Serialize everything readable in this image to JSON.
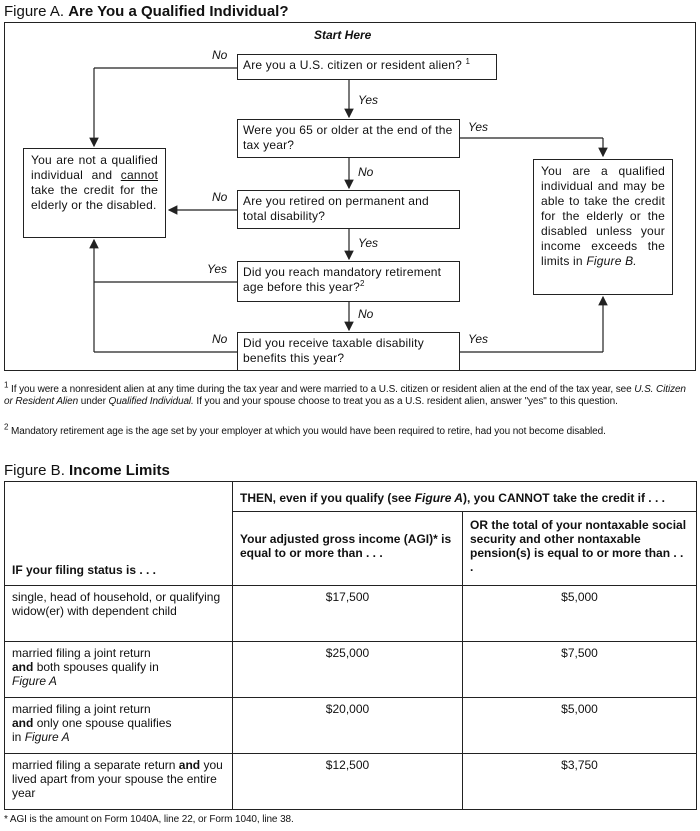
{
  "figure_a": {
    "label": "Figure A.",
    "title": "Are You a Qualified Individual?",
    "start_here": "Start Here",
    "q1": "Are you a U.S. citizen or resident alien?",
    "q1_note": "1",
    "q2": "Were you 65 or older at the end of the tax year?",
    "q3": "Are you retired on permanent and total disability?",
    "q4": "Did you reach mandatory retirement age before this year?",
    "q4_note": "2",
    "q5": "Did you receive taxable disability benefits this year?",
    "not_qualified_pre": "You are not a qualified individual and",
    "not_qualified_cannot": "cannot",
    "not_qualified_post": "take the credit for the elderly or the disabled.",
    "qualified_pre": "You are a qualified individual and may be able to take the credit for the elderly or the disabled unless your income exceeds the limits in",
    "qualified_ref": "Figure B.",
    "yes": "Yes",
    "no": "No",
    "footnote1_mark": "1",
    "footnote1_a": "If you were a nonresident alien at any time during the tax year and were married to a U.S. citizen or resident alien at the end of the tax year, see",
    "footnote1_b": "U.S. Citizen or Resident Alien",
    "footnote1_c": "under",
    "footnote1_d": "Qualified Individual.",
    "footnote1_e": "If you and your spouse choose to treat you as a U.S. resident alien, answer \"yes\" to this question.",
    "footnote2_mark": "2",
    "footnote2": "Mandatory retirement age is the age set by your employer at which you would have been required to retire, had you not become disabled."
  },
  "figure_b": {
    "label": "Figure B.",
    "title": "Income Limits",
    "then_pre": "THEN, even if you qualify (see",
    "then_ref": "Figure A",
    "then_post": "), you CANNOT take the credit if . . .",
    "col_if": "IF your filing status is . . .",
    "col_agi": "Your adjusted gross income (AGI)* is equal to or more than . . .",
    "col_nontax": "OR the total of your nontaxable social security and other nontaxable pension(s) is equal to or more than . . .",
    "rows": [
      {
        "s1": "single, head of household, or qualifying widow(er) with dependent child",
        "agi": "$17,500",
        "nontax": "$5,000"
      },
      {
        "s1": "married filing a joint return",
        "s2b": "and",
        "s2": "both spouses qualify in",
        "s3": "Figure A",
        "agi": "$25,000",
        "nontax": "$7,500"
      },
      {
        "s1": "married filing a joint return",
        "s2b": "and",
        "s2": "only one spouse qualifies",
        "s3pre": "in",
        "s3": "Figure A",
        "agi": "$20,000",
        "nontax": "$5,000"
      },
      {
        "s1": "married filing a separate return",
        "s1b": "and",
        "s2": "you lived apart from your spouse the entire year",
        "agi": "$12,500",
        "nontax": "$3,750"
      }
    ],
    "footnote": "* AGI is the amount on Form 1040A, line 22, or Form 1040, line 38."
  }
}
